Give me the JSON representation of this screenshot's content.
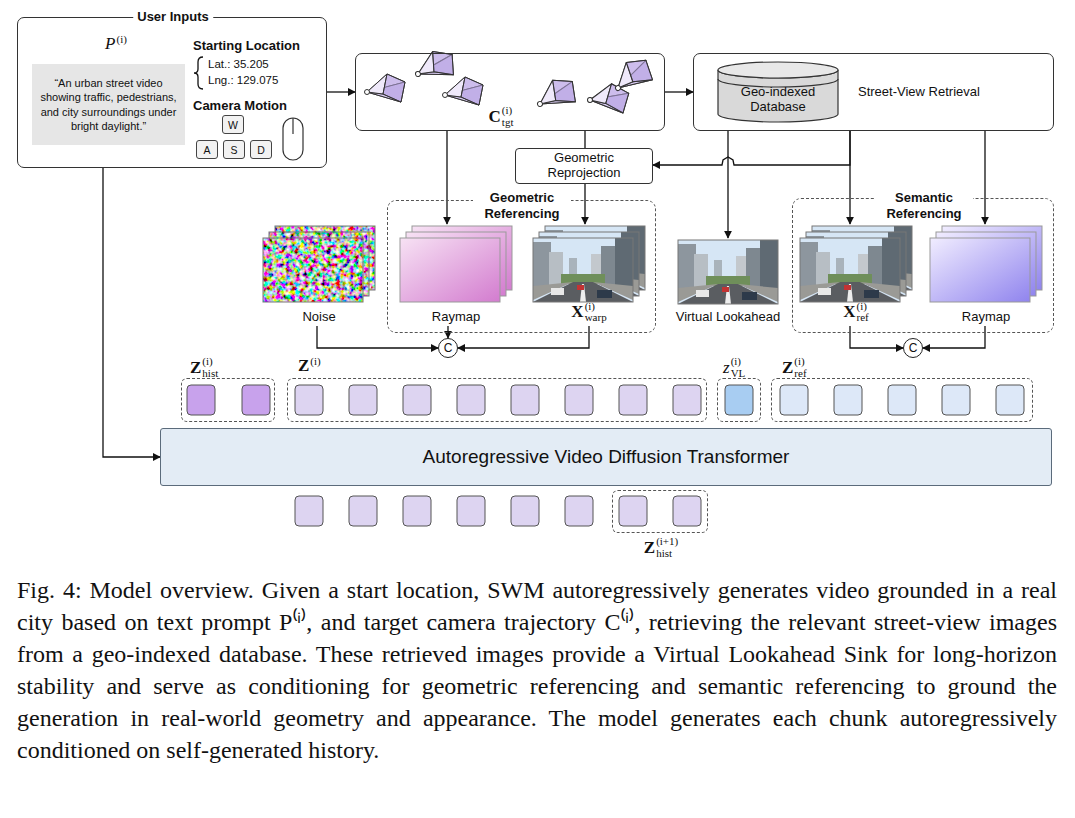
{
  "diagram": {
    "caption": "Fig. 4: Model overview. Given a start location, SWM autoregressively generates video grounded in a real city based on text prompt P⁽ⁱ⁾, and target camera trajectory C⁽ⁱ⁾, retrieving the relevant street-view images from a geo-indexed database. These retrieved images provide a Virtual Lookahead Sink for long-horizon stability and serve as conditioning for geometric referencing and semantic referencing to ground the generation in real-world geometry and appearance. The model generates each chunk autoregressively conditioned on self-generated history.",
    "nodes": [
      {
        "text": [
          "User Inputs",
          "P",
          "(i)",
          "Starting Location",
          "Lat.: 35.205",
          "Lng.: 129.075",
          "Camera Motion"
        ]
      },
      {
        "text": [
          "“An urban street video showing traffic, pedestrians, and city surroundings under bright daylight.”"
        ],
        "in": 0
      },
      {
        "text": [
          "W"
        ],
        "in": 0
      },
      {
        "text": [
          "A"
        ],
        "in": 0
      },
      {
        "text": [
          "S"
        ],
        "in": 0
      },
      {
        "text": [
          "D"
        ],
        "in": 0
      },
      {
        "text": [
          "C",
          "(i)",
          "tgt"
        ]
      },
      {
        "text": [
          "Street-View Retrieval"
        ]
      },
      {
        "text": [
          "Geo-indexed Database"
        ],
        "in": 7
      },
      {
        "text": [
          "Geometric Reprojection"
        ]
      },
      {
        "text": [
          "Noise"
        ]
      },
      {
        "text": [
          "Geometric Referencing"
        ]
      },
      {
        "text": [
          "Raymap"
        ],
        "in": 11
      },
      {
        "text": [
          "X",
          "(i)",
          "warp"
        ],
        "in": 11
      },
      {
        "text": [
          "Virtual Lookahead"
        ]
      },
      {
        "text": [
          "Semantic Referencing"
        ]
      },
      {
        "text": [
          "X",
          "(i)",
          "ref"
        ],
        "in": 15
      },
      {
        "text": [
          "Raymap"
        ],
        "in": 15
      },
      {
        "text": [
          "C"
        ]
      },
      {
        "text": [
          "C"
        ]
      },
      {
        "text": [
          "Z",
          "(i)",
          "hist"
        ]
      },
      {
        "text": [
          "Z",
          "(i)"
        ]
      },
      {
        "text": [
          "z",
          "(i)",
          "VL"
        ]
      },
      {
        "text": [
          "Z",
          "(i)",
          "ref"
        ]
      },
      {
        "text": [
          "Autoregressive Video Diffusion Transformer"
        ]
      },
      {
        "text": [
          "Z",
          "(i+1)",
          "hist"
        ]
      }
    ],
    "edges": [
      {
        "from": 0,
        "to": 6,
        "arrow": "to"
      },
      {
        "from": 6,
        "to": 7,
        "arrow": "to"
      },
      {
        "from": 6,
        "to": 12,
        "arrow": "to"
      },
      {
        "from": 6,
        "to": 9,
        "arrow": "none"
      },
      {
        "from": 7,
        "to": 9,
        "arrow": "to"
      },
      {
        "from": 9,
        "to": 13,
        "arrow": "to"
      },
      {
        "from": 7,
        "to": 14,
        "arrow": "to"
      },
      {
        "from": 7,
        "to": 16,
        "arrow": "to"
      },
      {
        "from": 7,
        "to": 17,
        "arrow": "to"
      },
      {
        "from": 10,
        "to": 18,
        "arrow": "to"
      },
      {
        "from": 12,
        "to": 18,
        "arrow": "to"
      },
      {
        "from": 13,
        "to": 18,
        "arrow": "to"
      },
      {
        "from": 16,
        "to": 19,
        "arrow": "to"
      },
      {
        "from": 17,
        "to": 19,
        "arrow": "to"
      },
      {
        "from": 0,
        "to": 24,
        "arrow": "to"
      }
    ]
  }
}
